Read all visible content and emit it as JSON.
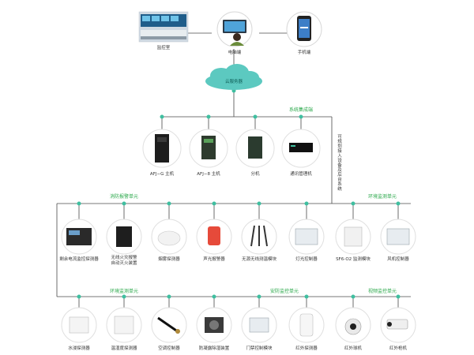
{
  "top": {
    "monitor_room": "监控室",
    "pc_client": "电脑端",
    "phone_client": "手机端",
    "cloud_server": "云服务器"
  },
  "system": {
    "title": "系统集成端",
    "vertical_note": "可规划接入设备及后台系统",
    "devices": [
      "AFJ−G 主机",
      "AFJ−8 主机",
      "分机",
      "通讯管理机"
    ]
  },
  "row1": {
    "title_left": "消防报警单元",
    "title_right": "环境监测单元",
    "devices": [
      "剩余电流监控探测器",
      "无线火灾报警\n自动灭火装置",
      "烟雾探测器",
      "声光报警器",
      "无源无线测温模块",
      "灯光控制器",
      "SF6-O2 监测模块",
      "风机控制器"
    ]
  },
  "row2": {
    "title_env": "环境监测单元",
    "title_security": "安防监控单元",
    "title_video": "视频监控单元",
    "devices": [
      "水浸探测器",
      "温湿度探测器",
      "空调控制器",
      "防凝露除湿装置",
      "门禁控制模块",
      "红外探测器",
      "红外球机",
      "红外枪机"
    ]
  }
}
